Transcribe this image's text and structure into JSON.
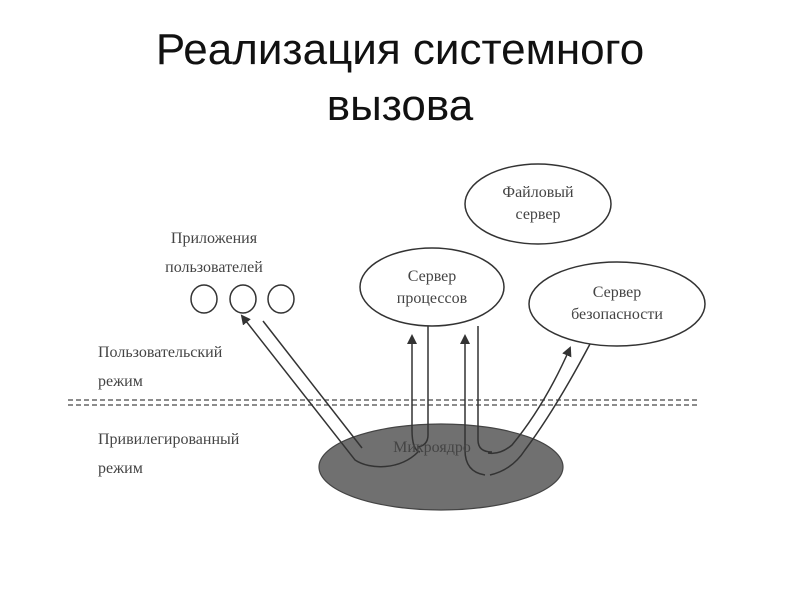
{
  "title": {
    "line1": "Реализация системного",
    "line2": "вызова"
  },
  "nodes": {
    "file_server": {
      "line1": "Файловый",
      "line2": "сервер"
    },
    "process_server": {
      "line1": "Сервер",
      "line2": "процессов"
    },
    "security_server": {
      "line1": "Сервер",
      "line2": "безопасности"
    },
    "microkernel": {
      "label": "Микроядро"
    },
    "user_apps": {
      "line1": "Приложения",
      "line2": "пользователей"
    }
  },
  "modes": {
    "user": {
      "line1": "Пользовательский",
      "line2": "режим"
    },
    "privileged": {
      "line1": "Привилегированный",
      "line2": "режим"
    }
  },
  "colors": {
    "kernel_fill": "#707070",
    "stroke": "#333333",
    "divider": "#666666"
  }
}
